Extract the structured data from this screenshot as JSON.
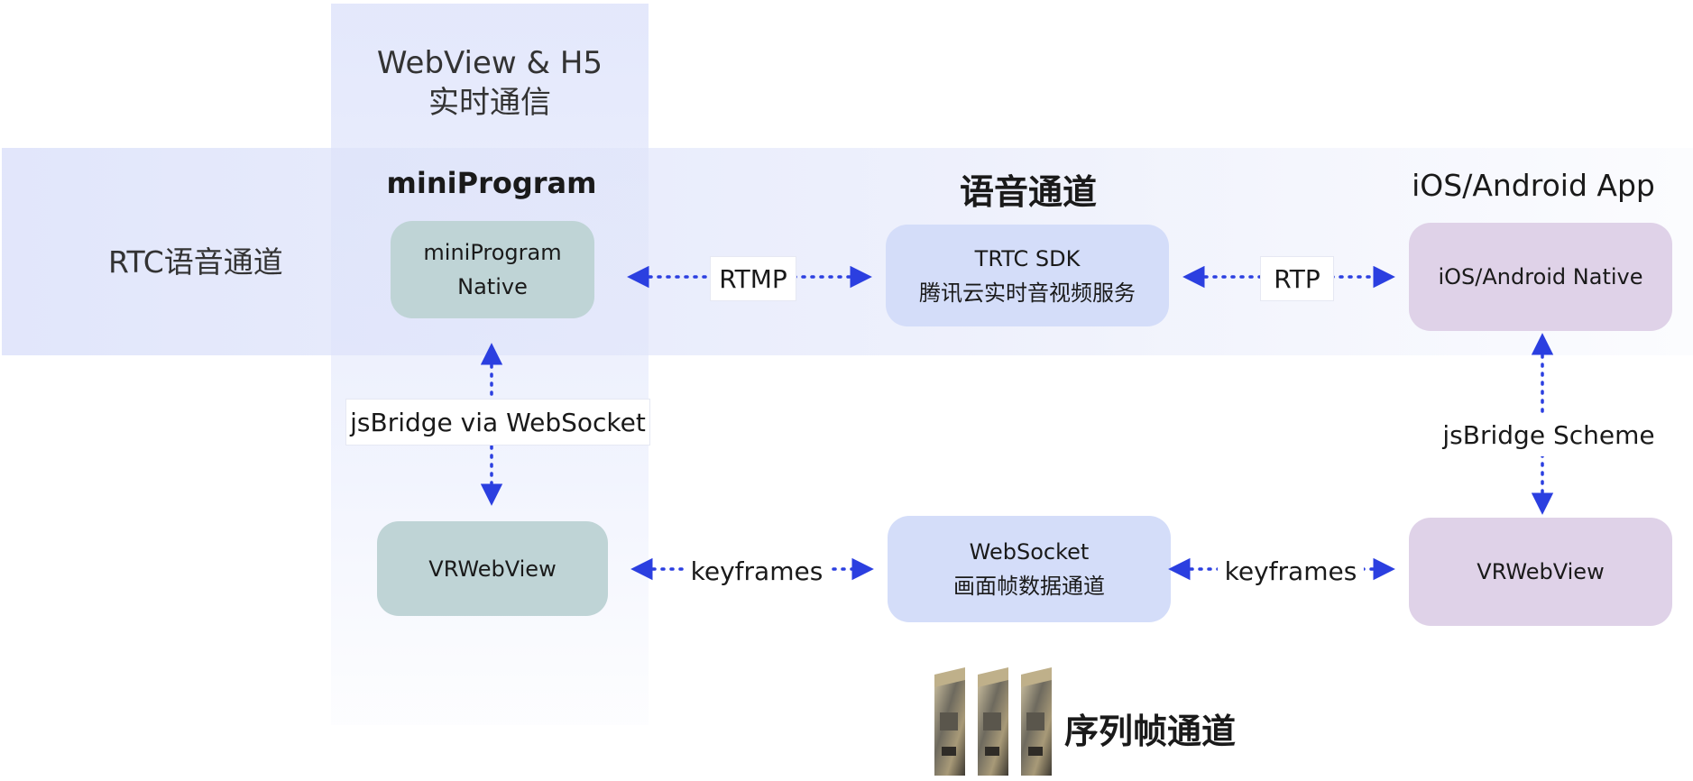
{
  "columns": {
    "webview": {
      "line1": "WebView & H5",
      "line2": "实时通信"
    }
  },
  "rows": {
    "rtc": {
      "label": "RTC语音通道"
    }
  },
  "headers": {
    "miniprogram": "miniProgram",
    "voice_channel": "语音通道",
    "app": "iOS/Android App"
  },
  "nodes": {
    "miniprogram_native": {
      "line1": "miniProgram",
      "line2": "Native"
    },
    "trtc": {
      "line1": "TRTC SDK",
      "line2": "腾讯云实时音视频服务"
    },
    "ios_native": {
      "line1": "iOS/Android Native"
    },
    "vr_left": {
      "line1": "VRWebView"
    },
    "websocket": {
      "line1": "WebSocket",
      "line2": "画面帧数据通道"
    },
    "vr_right": {
      "line1": "VRWebView"
    }
  },
  "edges": {
    "rtmp": "RTMP",
    "rtp": "RTP",
    "jsbridge_ws": "jsBridge via WebSocket",
    "jsbridge_scheme": "jsBridge Scheme",
    "keyframes_left": "keyframes",
    "keyframes_right": "keyframes"
  },
  "footer": {
    "sequence_channel": "序列帧通道"
  },
  "colors": {
    "arrow": "#2b3fe0",
    "node_green": "#bfd4d6",
    "node_blue": "#d4ddf9",
    "node_purple": "#dfd2e8",
    "band": "#dde3fa"
  }
}
